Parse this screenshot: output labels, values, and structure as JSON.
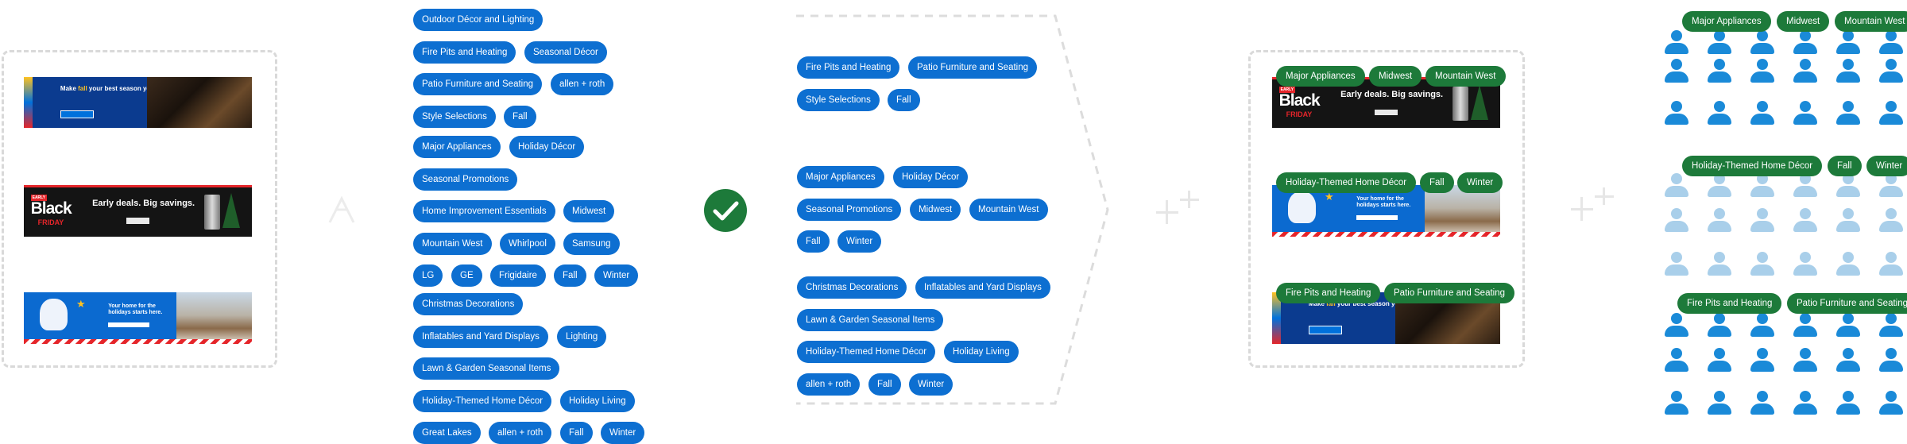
{
  "colors": {
    "tag_blue": "#0d6fd1",
    "tag_green": "#1d7a3a",
    "check_green": "#1d7a3a",
    "person_blue": "#1a8ad8",
    "person_light": "#a9cfea",
    "dashed_border": "#d9d9d9"
  },
  "banners": {
    "fall": {
      "headline_pre": "Make ",
      "headline_accent": "fall",
      "headline_post": " your best season yet."
    },
    "black_friday": {
      "early": "EARLY",
      "black": "Black",
      "friday": "FRIDAY",
      "headline": "Early deals. Big savings."
    },
    "holiday": {
      "headline": "Your home for the holidays starts here."
    }
  },
  "tag_column_1": {
    "group1": [
      "Outdoor Décor and Lighting",
      "Fire Pits and Heating",
      "Seasonal Décor",
      "Patio Furniture and Seating",
      "allen + roth",
      "Style Selections",
      "Fall"
    ],
    "group2": [
      "Major Appliances",
      "Holiday Décor",
      "Seasonal Promotions",
      "Home Improvement Essentials",
      "Midwest",
      "Mountain West",
      "Whirlpool",
      "Samsung",
      "LG",
      "GE",
      "Frigidaire",
      "Fall",
      "Winter"
    ],
    "group3": [
      "Christmas Decorations",
      "Inflatables and Yard Displays",
      "Lighting",
      "Lawn & Garden Seasonal Items",
      "Holiday-Themed Home Décor",
      "Holiday Living",
      "Great Lakes",
      "allen + roth",
      "Fall",
      "Winter"
    ]
  },
  "tag_column_2": {
    "group1": [
      "Fire Pits and Heating",
      "Patio Furniture and Seating",
      "Style Selections",
      "Fall"
    ],
    "group2": [
      "Major Appliances",
      "Holiday Décor",
      "Seasonal Promotions",
      "Midwest",
      "Mountain West",
      "Fall",
      "Winter"
    ],
    "group3": [
      "Christmas Decorations",
      "Inflatables and Yard Displays",
      "Lawn & Garden Seasonal Items",
      "Holiday-Themed Home Décor",
      "Holiday Living",
      "allen + roth",
      "Fall",
      "Winter"
    ]
  },
  "matched_banner_tags": {
    "black_friday": [
      "Major Appliances",
      "Midwest",
      "Mountain West"
    ],
    "holiday": [
      "Holiday-Themed Home Décor",
      "Fall",
      "Winter"
    ],
    "fall": [
      "Fire Pits and Heating",
      "Patio Furniture and Seating"
    ]
  },
  "audience_tags": {
    "group1": [
      "Major Appliances",
      "Midwest",
      "Mountain West"
    ],
    "group2": [
      "Holiday-Themed Home Décor",
      "Fall",
      "Winter"
    ],
    "group3": [
      "Fire Pits and Heating",
      "Patio Furniture and Seating"
    ]
  },
  "icons": {
    "check": "checkmark-icon",
    "plus": "plus-icon",
    "person": "person-icon"
  }
}
